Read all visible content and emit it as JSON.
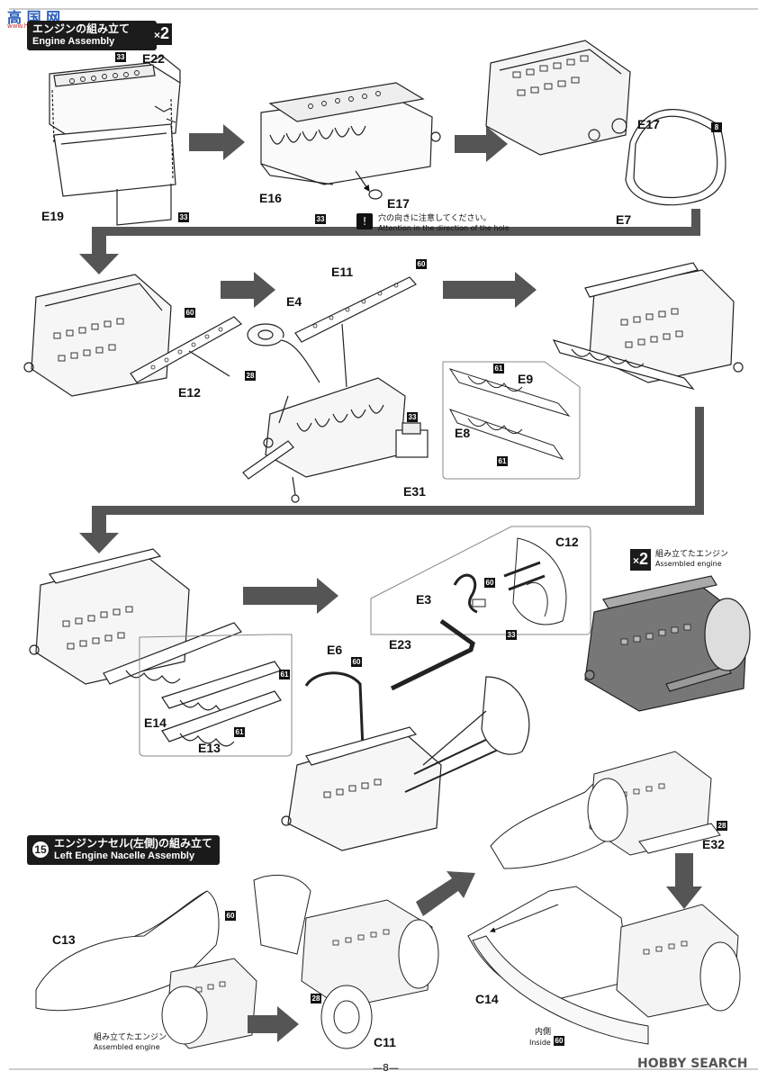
{
  "watermark": {
    "site_top": "高 国 网",
    "site_sub": "www.hpoo.shop.com",
    "bottom": "HOBBY SEARCH"
  },
  "step14": {
    "jp": "エンジンの組み立て",
    "en": "Engine Assembly",
    "multiplier": "2",
    "multiplier_prefix": "×"
  },
  "step15": {
    "number": "15",
    "jp": "エンジンナセル(左側)の組み立て",
    "en": "Left Engine Nacelle Assembly"
  },
  "assembled_engine": {
    "multiplier": "2",
    "jp": "組み立てたエンジン",
    "en": "Assembled engine"
  },
  "hole_note": {
    "jp": "穴の向きに注意してください。",
    "en": "Attention in the direction of the hole"
  },
  "engine_label_left": {
    "jp": "組み立てたエンジン",
    "en": "Assembled engine"
  },
  "inside_label": {
    "jp": "内側",
    "en": "Inside"
  },
  "parts": {
    "E22": "E22",
    "E19": "E19",
    "E16": "E16",
    "E17a": "E17",
    "E17b": "E17",
    "E7": "E7",
    "E12": "E12",
    "E4": "E4",
    "E11": "E11",
    "E9": "E9",
    "E8": "E8",
    "E31": "E31",
    "C12": "C12",
    "E3": "E3",
    "E23": "E23",
    "E6": "E6",
    "E14": "E14",
    "E13": "E13",
    "E32": "E32",
    "C13": "C13",
    "C11": "C11",
    "C14": "C14"
  },
  "color_codes": {
    "c33a": "33",
    "c33b": "33",
    "c33c": "33",
    "c8": "8",
    "c60a": "60",
    "c28a": "28",
    "c33d": "33",
    "c60b": "60",
    "c61a": "61",
    "c61b": "61",
    "c60c": "60",
    "c33e": "33",
    "c60d": "60",
    "c61c": "61",
    "c61d": "61",
    "c28b": "28",
    "c60e": "60",
    "c28c": "28",
    "c60f": "60"
  },
  "page_number": "8",
  "colors": {
    "ink": "#111111",
    "header_bg": "#1b1b1b",
    "arrow": "#555555",
    "watermark_blue": "#2a5bb8",
    "watermark_red": "#d03030"
  }
}
